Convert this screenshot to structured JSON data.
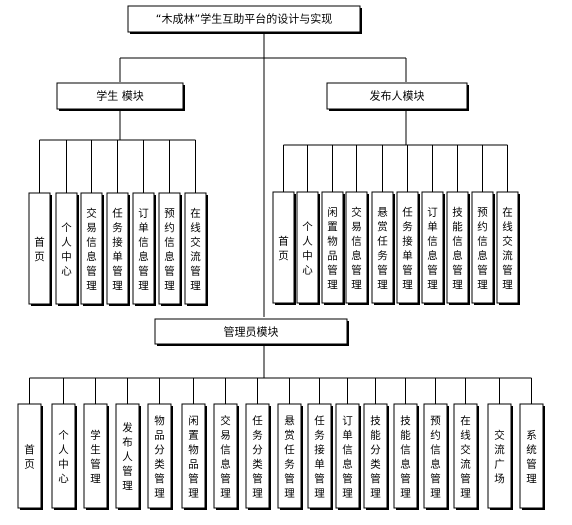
{
  "root": {
    "title": "“木成林”学生互助平台的设计与实现"
  },
  "student_module": {
    "title": "学生 模块",
    "items": [
      "首页",
      "个人中心",
      "交易信息管理",
      "任务接单管理",
      "订单信息管理",
      "预约信息管理",
      "在线交流管理"
    ]
  },
  "publisher_module": {
    "title": "发布人模块",
    "items": [
      "首页",
      "个人中心",
      "闲置物品管理",
      "交易信息管理",
      "悬赏任务管理",
      "任务接单管理",
      "订单信息管理",
      "技能信息管理",
      "预约信息管理",
      "在线交流管理"
    ]
  },
  "admin_module": {
    "title": "管理员模块",
    "items": [
      "首页",
      "个人中心",
      "学生管理",
      "发布人管理",
      "物品分类管理",
      "闲置物品管理",
      "交易信息管理",
      "任务分类管理",
      "悬赏任务管理",
      "任务接单管理",
      "订单信息管理",
      "技能分类管理",
      "技能信息管理",
      "预约信息管理",
      "在线交流管理",
      "交流广场",
      "系统管理"
    ]
  }
}
